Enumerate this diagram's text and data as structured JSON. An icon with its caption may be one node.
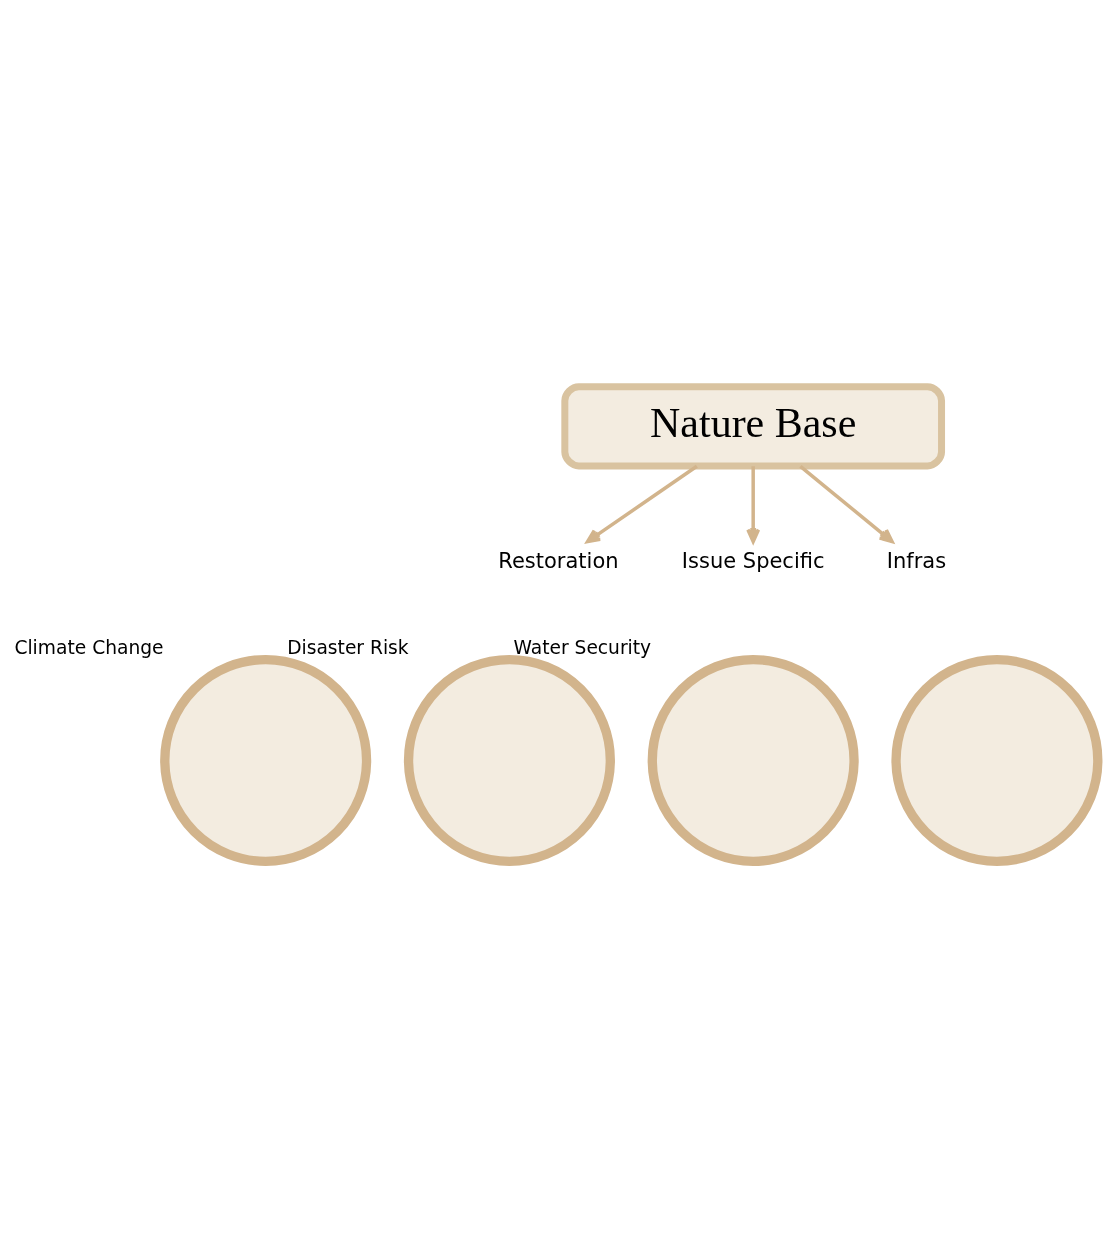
{
  "diagram": {
    "nodes": [
      {
        "text": [
          "Nature Base"
        ]
      },
      {
        "text": [
          "Restoration"
        ]
      },
      {
        "text": [
          "Issue Specific"
        ]
      },
      {
        "text": [
          "Infras"
        ]
      },
      {
        "text": [
          "Climate Change"
        ]
      },
      {
        "text": [
          "Disaster Risk"
        ]
      },
      {
        "text": [
          "Water Security"
        ]
      },
      {
        "text": [],
        "shape": "circle"
      }
    ],
    "edges": [
      {
        "from": 0,
        "to": 1,
        "arrow": "to"
      },
      {
        "from": 0,
        "to": 2,
        "arrow": "to"
      },
      {
        "from": 0,
        "to": 3,
        "arrow": "to"
      }
    ]
  }
}
